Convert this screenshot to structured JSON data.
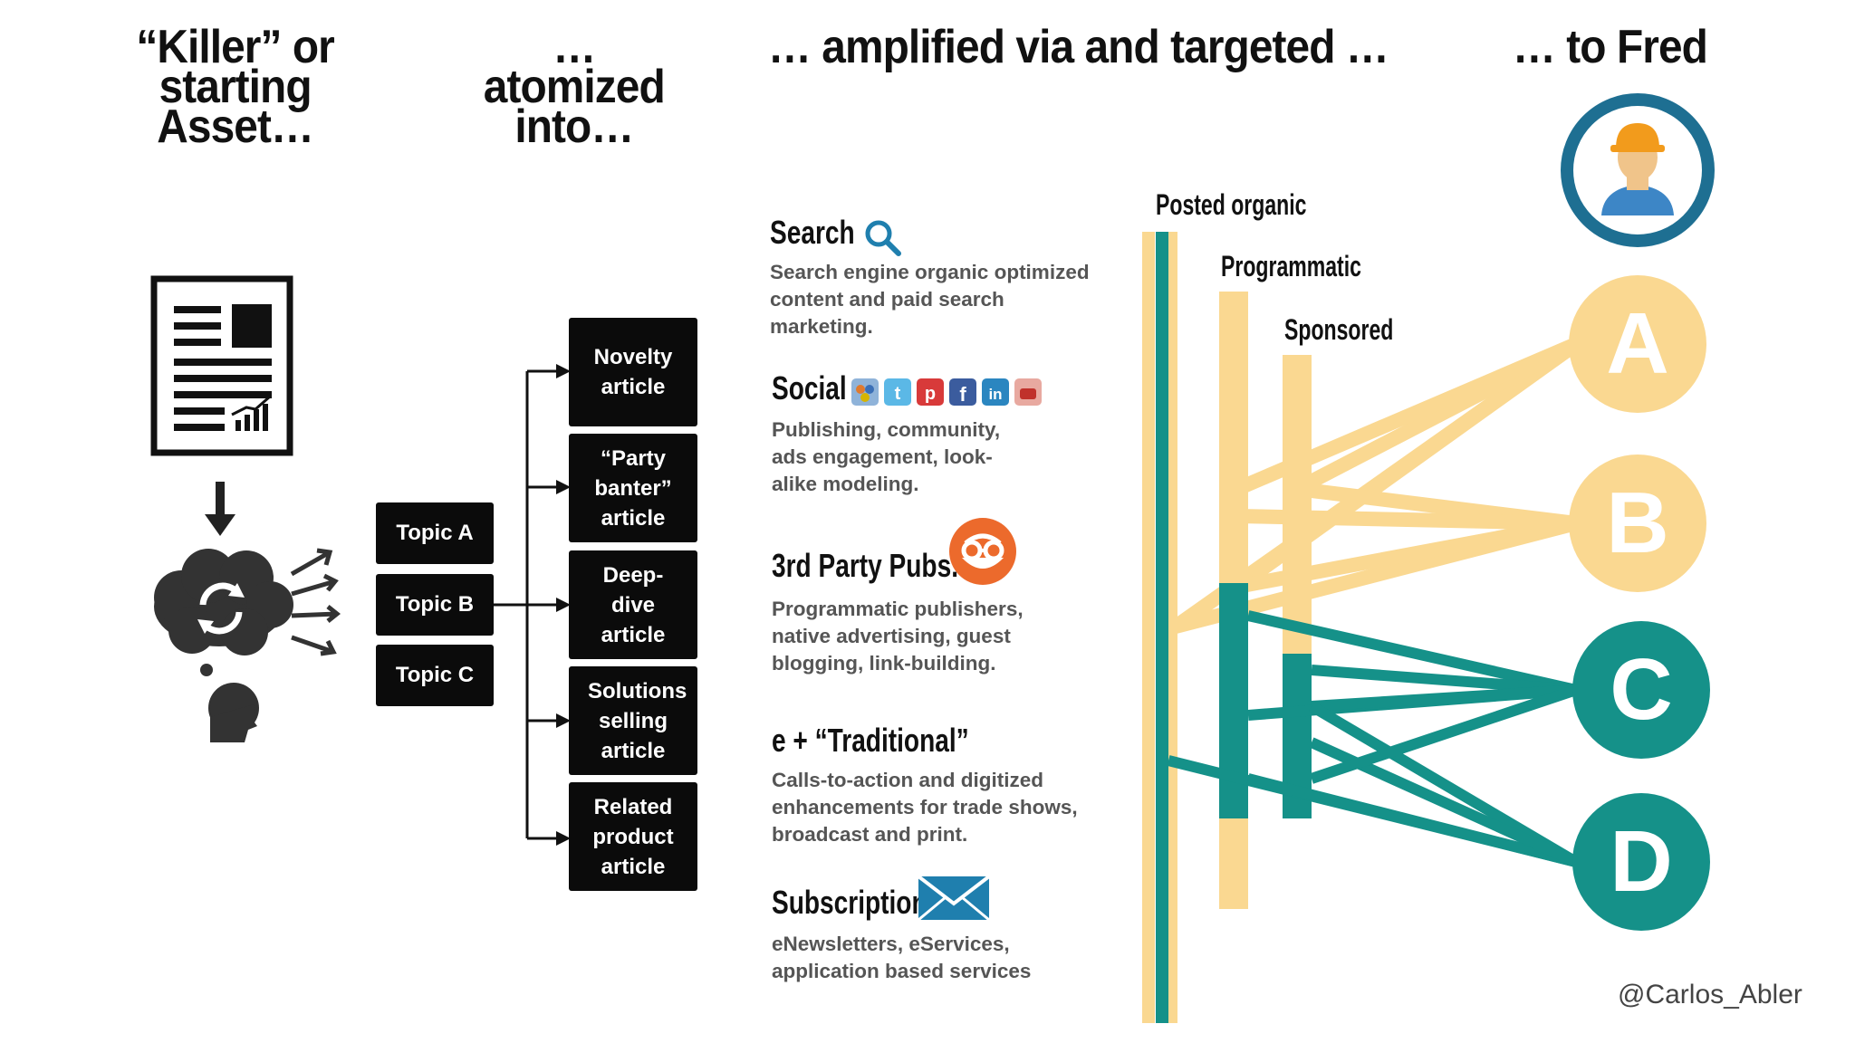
{
  "headers": {
    "asset": "“Killer” or starting Asset…",
    "atomized": "… atomized into…",
    "amplified": "… amplified via and targeted …",
    "fred": "… to Fred"
  },
  "topics": [
    "Topic A",
    "Topic B",
    "Topic C"
  ],
  "articles": [
    "Novelty article",
    "“Party banter” article",
    "Deep-dive article",
    "Solutions selling article",
    "Related product article"
  ],
  "channels_sections": [
    {
      "title": "Search",
      "icon": "search-icon",
      "desc": "Search engine organic optimized content and paid search marketing."
    },
    {
      "title": "Social",
      "icon": "social-icons",
      "desc": "Publishing, community, ads engagement, look-alike modeling."
    },
    {
      "title": "3rd Party Pubs.",
      "icon": "outbrain-icon",
      "desc": "Programmatic publishers, native advertising, guest blogging, link-building."
    },
    {
      "title": "e + “Traditional”",
      "icon": "",
      "desc": "Calls-to-action and digitized enhancements for trade shows, broadcast and print."
    },
    {
      "title": "Subscription",
      "icon": "envelope-icon",
      "desc": "eNewsletters, eServices, application based services"
    }
  ],
  "channel_labels": {
    "posted": "Posted organic",
    "programmatic": "Programmatic",
    "sponsored": "Sponsored"
  },
  "targets": [
    "A",
    "B",
    "C",
    "D"
  ],
  "credit": "@Carlos_Abler",
  "colors": {
    "yellow": "#fad891",
    "teal": "#159189",
    "black": "#0b0b0b",
    "gray": "#555555"
  }
}
